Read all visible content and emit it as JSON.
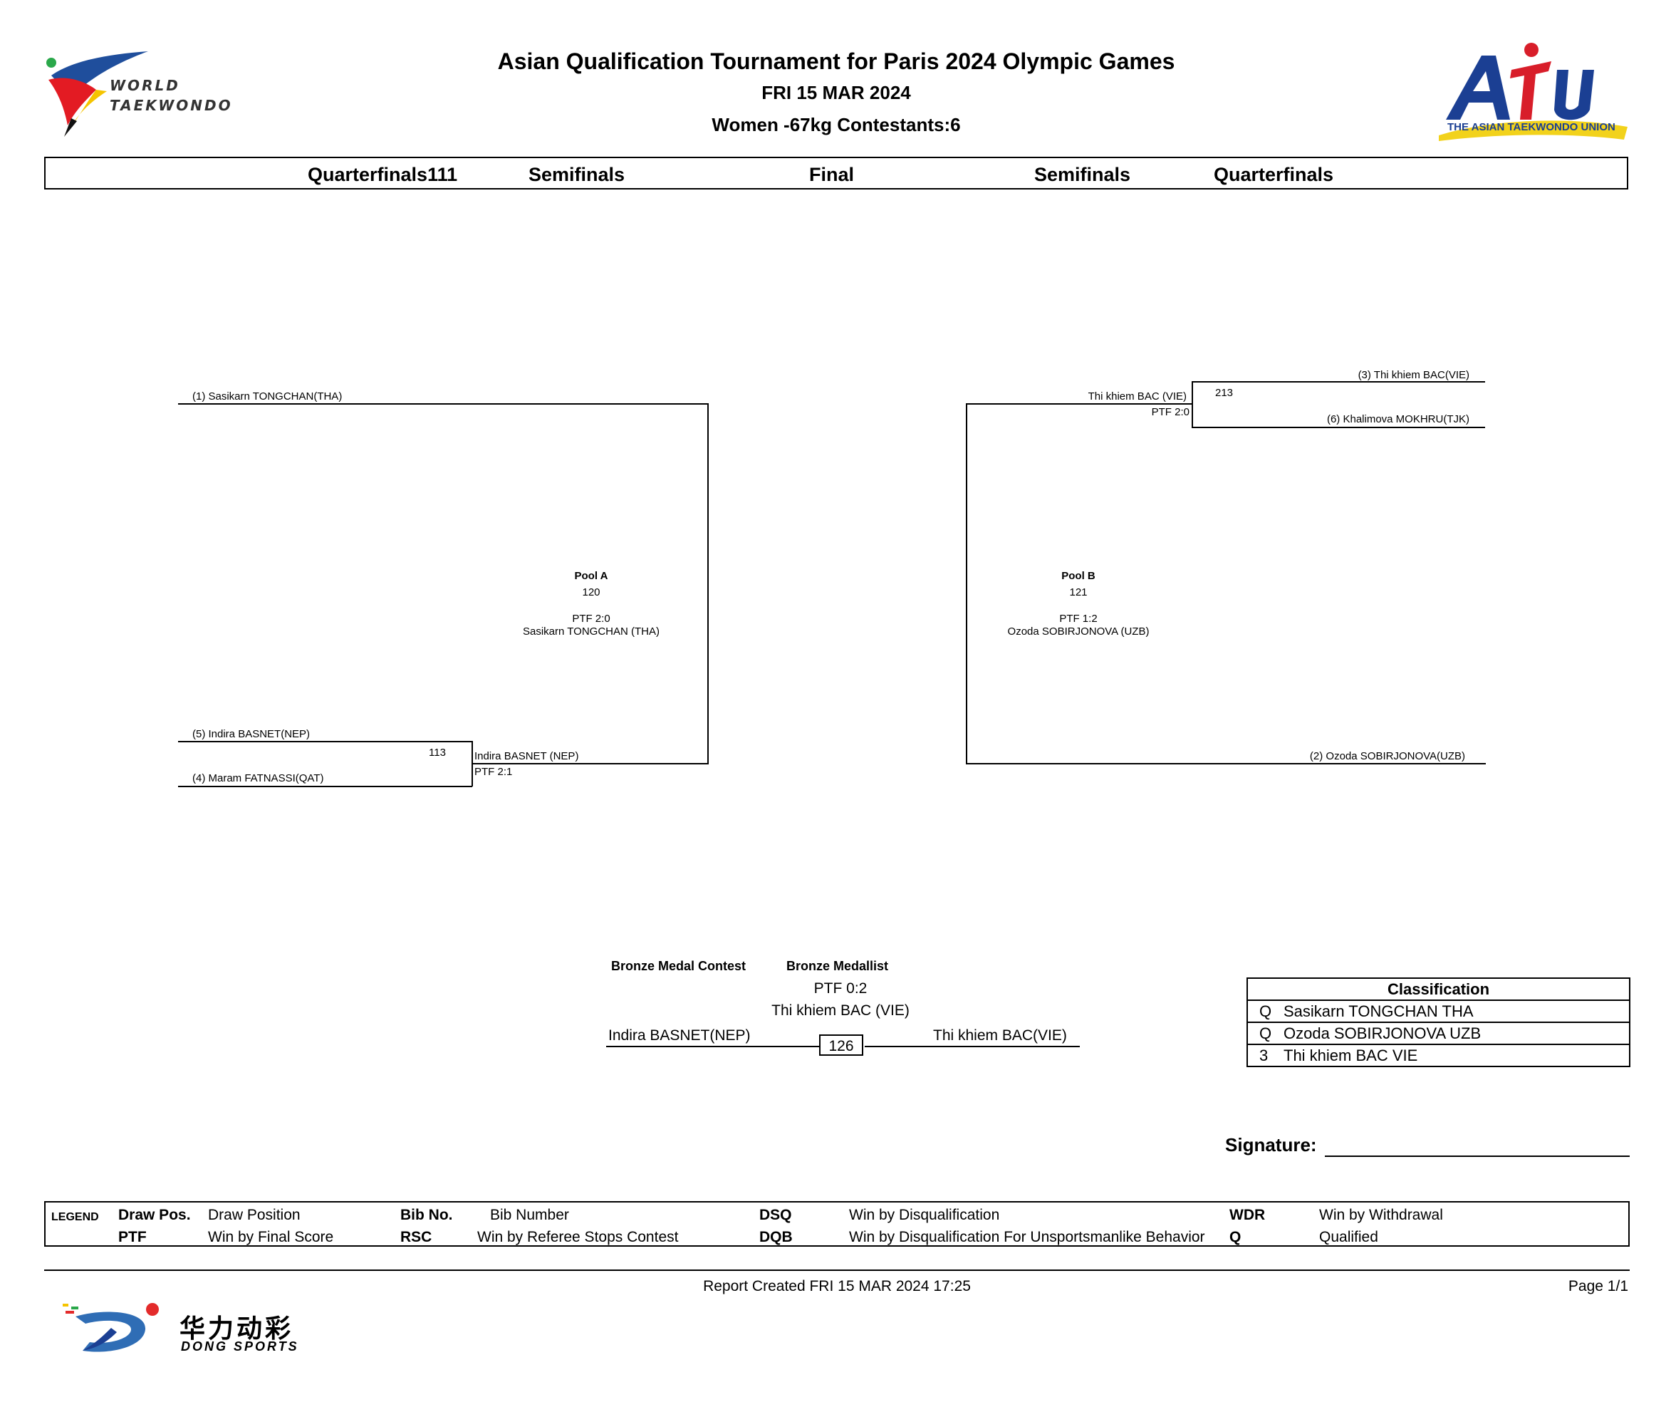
{
  "header": {
    "title": "Asian Qualification Tournament for Paris 2024 Olympic Games",
    "date": "FRI 15 MAR 2024",
    "division": "Women -67kg Contestants:6",
    "wt_logo": {
      "line1": "WORLD",
      "line2": "TAEKWONDO"
    },
    "atu_logo": {
      "mark": "ATU",
      "caption": "THE ASIAN TAEKWONDO UNION"
    }
  },
  "rounds": [
    "Quarterfinals111",
    "Semifinals",
    "Final",
    "Semifinals",
    "Quarterfinals"
  ],
  "pool_a": {
    "seed1": "(1) Sasikarn TONGCHAN(THA)",
    "seed5": "(5) Indira BASNET(NEP)",
    "seed4": "(4) Maram FATNASSI(QAT)",
    "qf_match": "113",
    "qf_winner": "Indira BASNET (NEP)",
    "qf_result": "PTF  2:1",
    "label": "Pool A",
    "sf_match": "120",
    "sf_result": "PTF  2:0",
    "sf_winner": "Sasikarn TONGCHAN (THA)"
  },
  "pool_b": {
    "seed3": "(3) Thi khiem BAC(VIE)",
    "seed6": "(6) Khalimova MOKHRU(TJK)",
    "seed2": "(2) Ozoda SOBIRJONOVA(UZB)",
    "qf_match": "213",
    "qf_winner": "Thi khiem BAC (VIE)",
    "qf_result": "PTF  2:0",
    "label": "Pool B",
    "sf_match": "121",
    "sf_result": "PTF  1:2",
    "sf_winner": "Ozoda SOBIRJONOVA (UZB)"
  },
  "bronze": {
    "contest_label": "Bronze Medal Contest",
    "medallist_label": "Bronze Medallist",
    "result": "PTF  0:2",
    "medallist": "Thi khiem BAC (VIE)",
    "left": "Indira BASNET(NEP)",
    "right": "Thi khiem BAC(VIE)",
    "match": "126"
  },
  "classification": {
    "title": "Classification",
    "rows": [
      {
        "rank": "Q",
        "name": "Sasikarn TONGCHAN THA"
      },
      {
        "rank": "Q",
        "name": "Ozoda SOBIRJONOVA UZB"
      },
      {
        "rank": "3",
        "name": "Thi khiem BAC VIE"
      }
    ]
  },
  "signature_label": "Signature:",
  "legend": {
    "title": "LEGEND",
    "items": [
      {
        "key": "Draw Pos.",
        "desc": "Draw Position"
      },
      {
        "key": "Bib No.",
        "desc": "Bib Number"
      },
      {
        "key": "DSQ",
        "desc": "Win by Disqualification"
      },
      {
        "key": "WDR",
        "desc": "Win by Withdrawal"
      },
      {
        "key": "PTF",
        "desc": "Win by Final Score"
      },
      {
        "key": "RSC",
        "desc": "Win by Referee Stops Contest"
      },
      {
        "key": "DQB",
        "desc": "Win by Disqualification For Unsportsmanlike Behavior"
      },
      {
        "key": "Q",
        "desc": "Qualified"
      }
    ]
  },
  "footer": {
    "report": "Report Created FRI 15 MAR 2024 17:25",
    "page": "Page 1/1",
    "sponsor_cn": "华力动彩",
    "sponsor_en": "DONG SPORTS"
  },
  "colors": {
    "wt_red": "#e31b23",
    "wt_blue": "#1f4e9c",
    "wt_yellow": "#f5c400",
    "wt_green": "#2aa84a",
    "atu_blue": "#1b3f93",
    "atu_red": "#d81e2a",
    "atu_yellow": "#f2d21b",
    "dong_blue": "#2f6db5",
    "dong_red": "#e32b2b"
  }
}
